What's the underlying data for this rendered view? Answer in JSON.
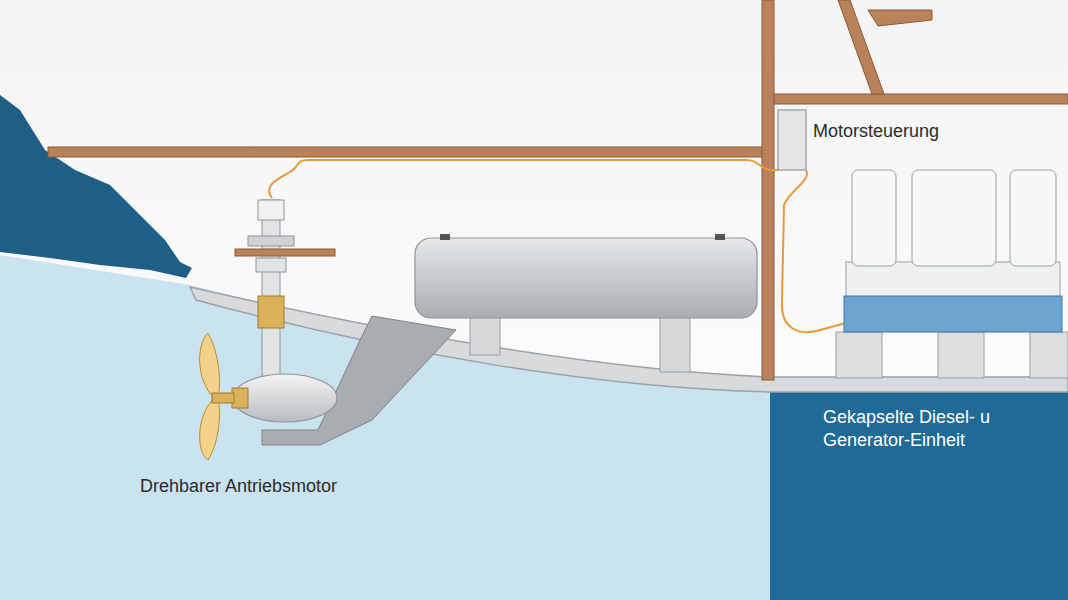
{
  "diagram": {
    "labels": [
      "Motorsteuerung",
      "Drehbarer Antriebsmotor",
      "Gekapselte Diesel- u Generator-Einheit"
    ]
  }
}
